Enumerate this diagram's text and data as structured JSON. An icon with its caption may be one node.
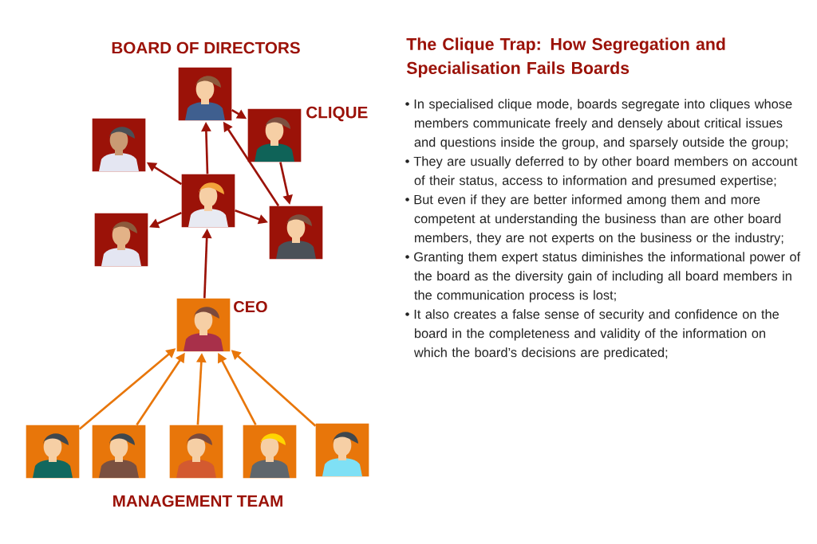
{
  "diagram": {
    "title": "The Clique Trap: How Segregation and Specialisation Fails Boards",
    "nodes": [
      {
        "text": [],
        "shape": "picture"
      },
      {
        "text": [],
        "shape": "picture"
      },
      {
        "text": [],
        "shape": "picture"
      },
      {
        "text": [],
        "shape": "picture"
      },
      {
        "text": [],
        "shape": "picture"
      },
      {
        "text": [],
        "shape": "picture"
      },
      {
        "text": [],
        "shape": "picture",
        "beside": [
          "CEO"
        ]
      },
      {
        "text": [],
        "shape": "picture"
      },
      {
        "text": [],
        "shape": "picture"
      },
      {
        "text": [],
        "shape": "picture"
      },
      {
        "text": [],
        "shape": "picture"
      },
      {
        "text": [],
        "shape": "picture"
      }
    ],
    "edges": [
      {
        "from": 0,
        "to": 1,
        "arrow": "to"
      },
      {
        "from": 3,
        "to": 0,
        "arrow": "to"
      },
      {
        "from": 3,
        "to": 2,
        "arrow": "to"
      },
      {
        "from": 3,
        "to": 4,
        "arrow": "to"
      },
      {
        "from": 3,
        "to": 5,
        "arrow": "to"
      },
      {
        "from": 5,
        "to": 0,
        "arrow": "to"
      },
      {
        "from": 1,
        "to": 5,
        "arrow": "to"
      },
      {
        "from": 6,
        "to": 3,
        "arrow": "to"
      },
      {
        "from": 7,
        "to": 6,
        "arrow": "to",
        "color": "#e8760a"
      },
      {
        "from": 8,
        "to": 6,
        "arrow": "to",
        "color": "#e8760a"
      },
      {
        "from": 9,
        "to": 6,
        "arrow": "to",
        "color": "#e8760a"
      },
      {
        "from": 10,
        "to": 6,
        "arrow": "to",
        "color": "#e8760a"
      },
      {
        "from": 11,
        "to": 6,
        "arrow": "to",
        "color": "#e8760a"
      }
    ],
    "labels": [
      "BOARD OF DIRECTORS",
      "CLIQUE",
      "MANAGEMENT TEAM",
      "In specialised clique mode, boards segregate into cliques whose members communicate freely and densely about critical issues and questions inside the group, and sparsely outside the group;",
      "They are usually deferred to by other board members on account of their status, access to information and presumed expertise;",
      "But even if they are better informed among them and more competent at understanding the business than are other board members, they are not experts on the business or the industry;",
      "Granting them expert status diminishes the informational power of the board as the diversity gain of including all board members in the communication process is lost;",
      "It also creates a false sense of security and confidence on the board in the completeness and validity of the information on which the board’s decisions are predicated;"
    ]
  }
}
